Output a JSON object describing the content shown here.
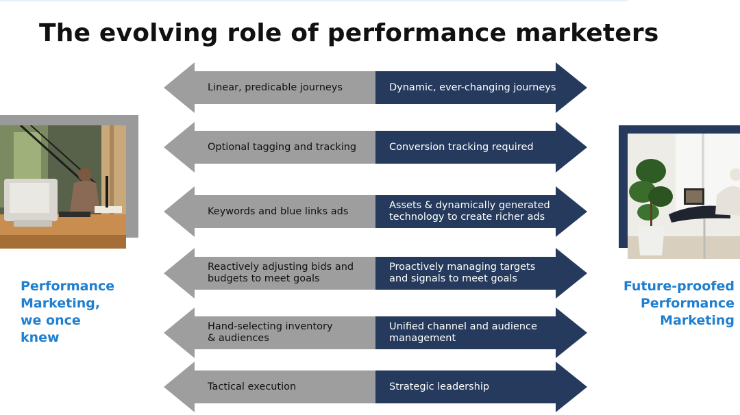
{
  "slide": {
    "title": "The evolving role of performance marketers"
  },
  "rows": [
    {
      "left": "Linear, predicable journeys",
      "right": "Dynamic, ever-changing journeys"
    },
    {
      "left": "Optional tagging and tracking",
      "right": "Conversion tracking required"
    },
    {
      "left": "Keywords and blue links ads",
      "right": "Assets & dynamically generated\ntechnology to create richer ads"
    },
    {
      "left": "Reactively adjusting bids and\nbudgets to meet goals",
      "right": "Proactively managing targets\nand signals to meet goals"
    },
    {
      "left": "Hand-selecting inventory\n& audiences",
      "right": "Unified channel and audience\nmanagement"
    },
    {
      "left": "Tactical execution",
      "right": "Strategic leadership"
    }
  ],
  "captions": {
    "left": "Performance\nMarketing,\nwe once\nknew",
    "right": "Future-proofed\nPerformance\nMarketing"
  },
  "colors": {
    "old_arrow": "#9e9e9e",
    "new_arrow": "#253a5c",
    "caption": "#1f7fd0",
    "frame": "#9a9a9a"
  },
  "images": {
    "left": "man-at-vintage-computer-photo",
    "right": "person-relaxing-with-laptop-photo"
  }
}
